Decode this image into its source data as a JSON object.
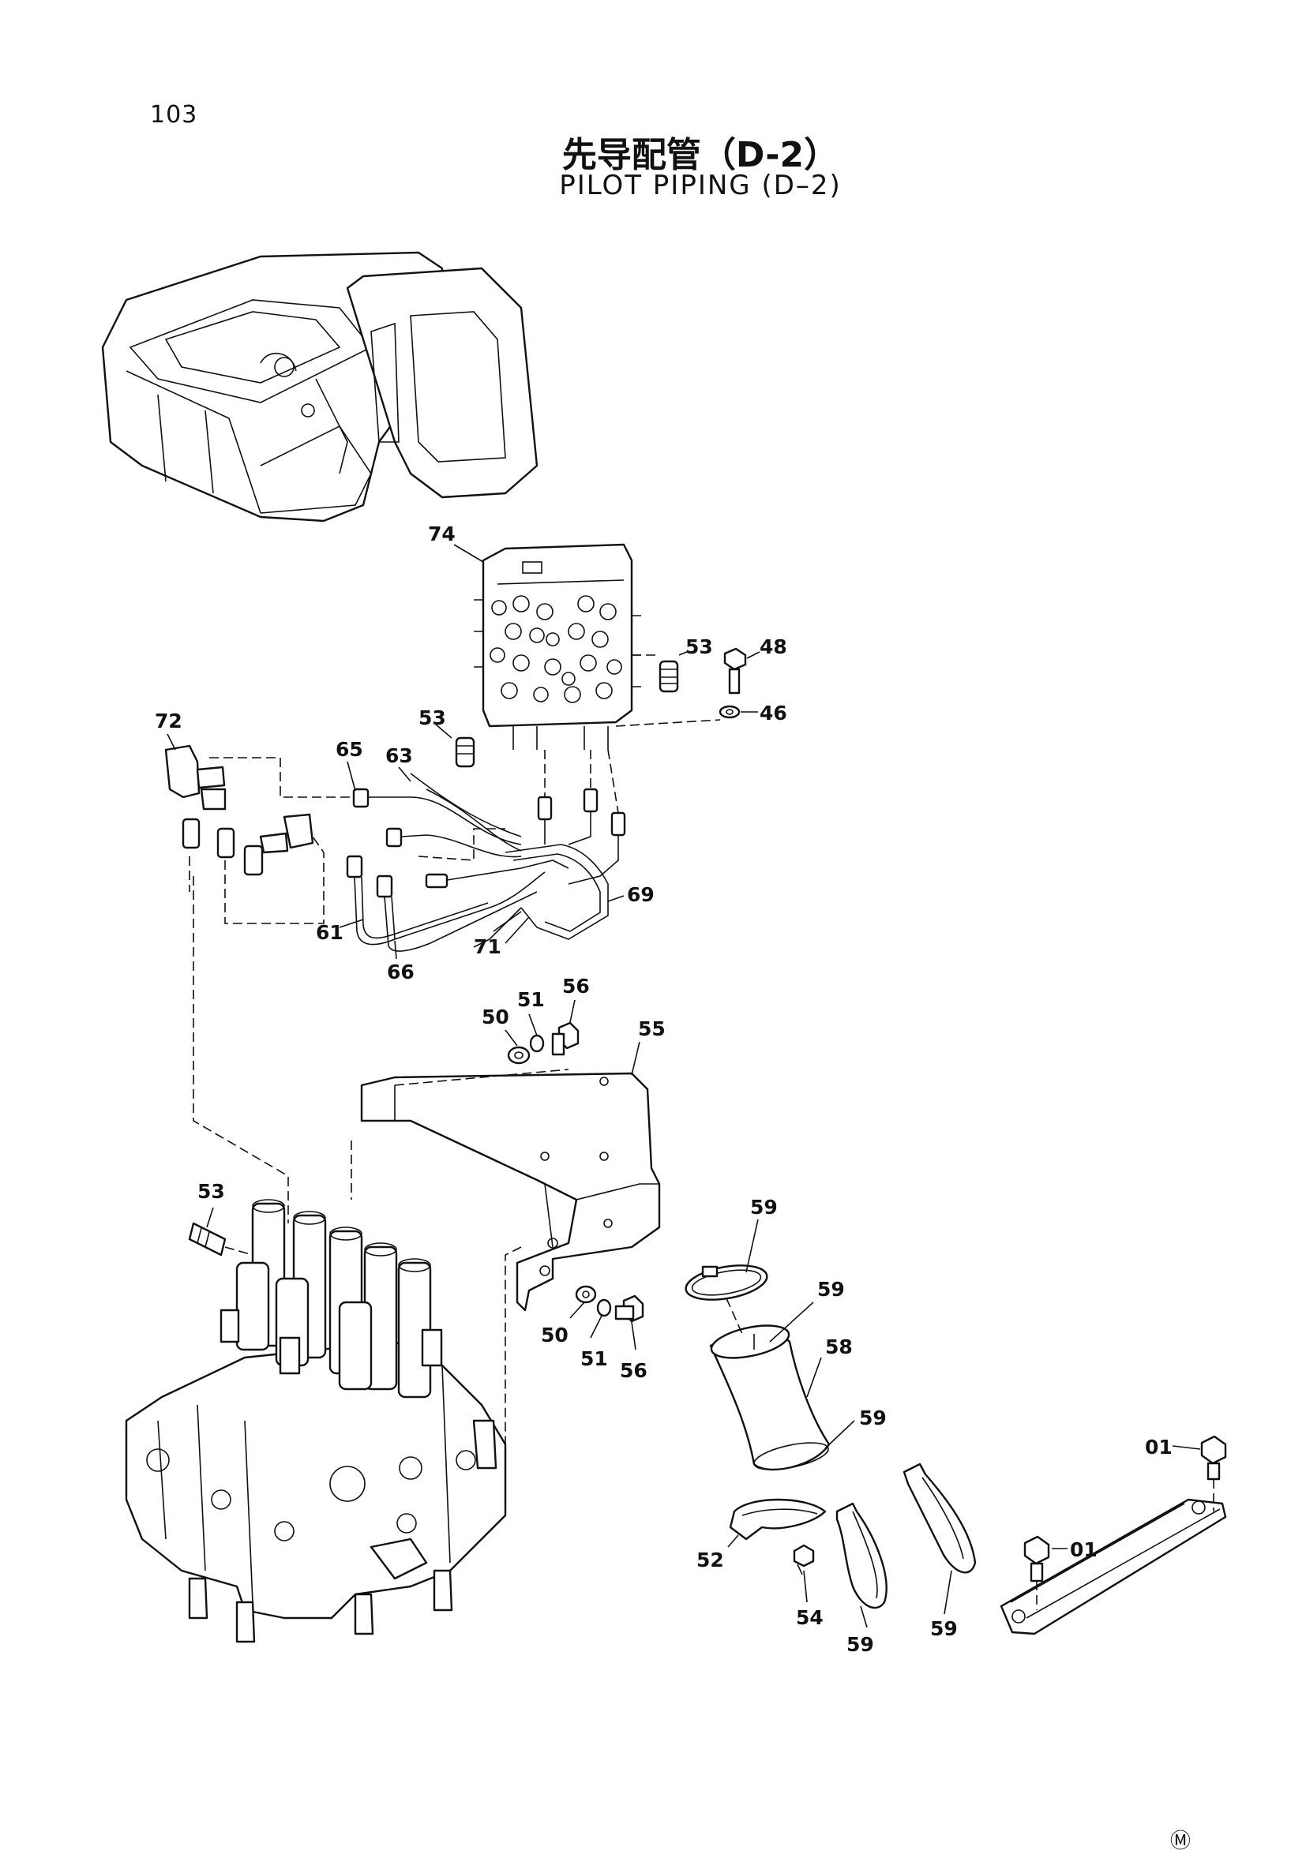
{
  "header": {
    "page_number": "103",
    "title_cn": "先导配管（D-2）",
    "title_en": "PILOT PIPING (D–2)"
  },
  "footer": {
    "mark": "Ⓜ"
  },
  "callouts": {
    "c74": "74",
    "c53a": "53",
    "c48": "48",
    "c46": "46",
    "c72": "72",
    "c53b": "53",
    "c65": "65",
    "c63": "63",
    "c69": "69",
    "c61": "61",
    "c71": "71",
    "c66": "66",
    "c50a": "50",
    "c51a": "51",
    "c56a": "56",
    "c55": "55",
    "c53c": "53",
    "c59a": "59",
    "c59b": "59",
    "c58": "58",
    "c50b": "50",
    "c51b": "51",
    "c56b": "56",
    "c59c": "59",
    "c01a": "01",
    "c01b": "01",
    "c52": "52",
    "c54": "54",
    "c59d": "59",
    "c59e": "59"
  }
}
